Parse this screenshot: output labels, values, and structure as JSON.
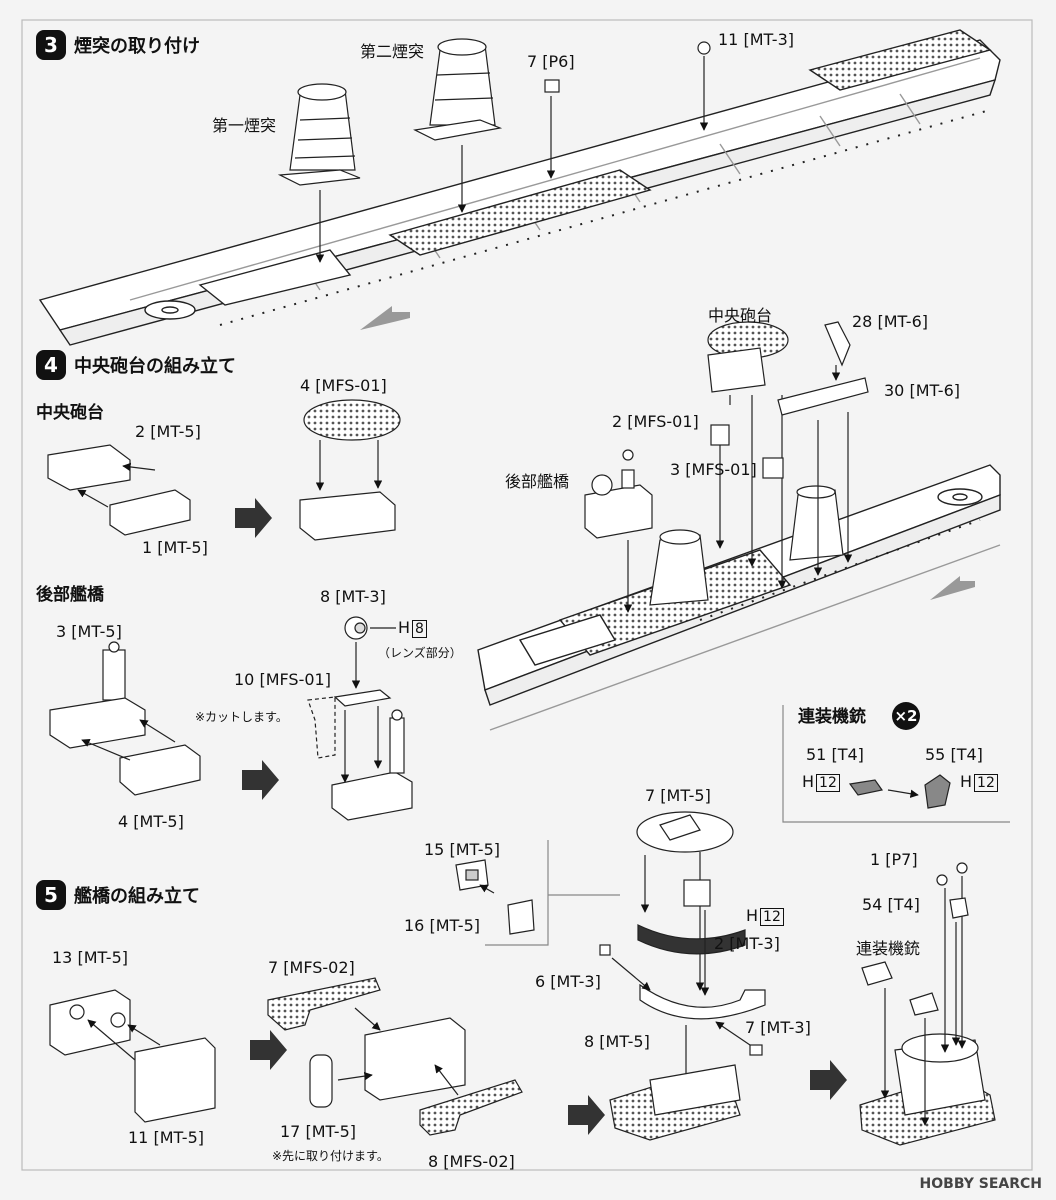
{
  "step3": {
    "number": "3",
    "title": "煙突の取り付け"
  },
  "step4": {
    "number": "4",
    "title": "中央砲台の組み立て",
    "sub_center": "中央砲台",
    "sub_rear": "後部艦橋"
  },
  "step5": {
    "number": "5",
    "title": "艦橋の組み立て"
  },
  "labels3": {
    "funnel2": "第二煙突",
    "funnel1": "第一煙突",
    "p6": "7 [P6]",
    "mt3": "11 [MT-3]"
  },
  "labels_center": {
    "title": "中央砲台",
    "mt6_28": "28 [MT-6]",
    "mt6_30": "30 [MT-6]",
    "mfs01_2": "2 [MFS-01]",
    "mfs01_3": "3 [MFS-01]",
    "rear": "後部艦橋"
  },
  "labels4": {
    "mt5_2": "2 [MT-5]",
    "mt5_1": "1 [MT-5]",
    "mfs01_4": "4 [MFS-01]"
  },
  "labels_rear": {
    "mt5_3": "3 [MT-5]",
    "mt5_4": "4 [MT-5]",
    "mt3_8": "8 [MT-3]",
    "h8": "8",
    "lens": "（レンズ部分）",
    "mfs01_10": "10 [MFS-01]",
    "cut": "※カットします。"
  },
  "mg": {
    "title": "連装機銃",
    "times": "×2",
    "t4_51": "51 [T4]",
    "t4_55": "55 [T4]",
    "h12": "12"
  },
  "labels5": {
    "mt5_13": "13 [MT-5]",
    "mt5_11": "11 [MT-5]",
    "mfs02_7": "7 [MFS-02]",
    "mt5_17": "17 [MT-5]",
    "first_note": "※先に取り付けます。",
    "mfs02_8": "8 [MFS-02]",
    "mt5_15": "15 [MT-5]",
    "mt5_16": "16 [MT-5]"
  },
  "labels_bridge": {
    "mt5_7": "7 [MT-5]",
    "h12": "12",
    "mt3_2": "2 [MT-3]",
    "mt3_6": "6 [MT-3]",
    "mt5_8": "8 [MT-5]",
    "mt3_7": "7 [MT-3]"
  },
  "labels_final": {
    "p7": "1 [P7]",
    "t4_54": "54 [T4]",
    "mg": "連装機銃"
  },
  "watermark": "HOBBY SEARCH"
}
